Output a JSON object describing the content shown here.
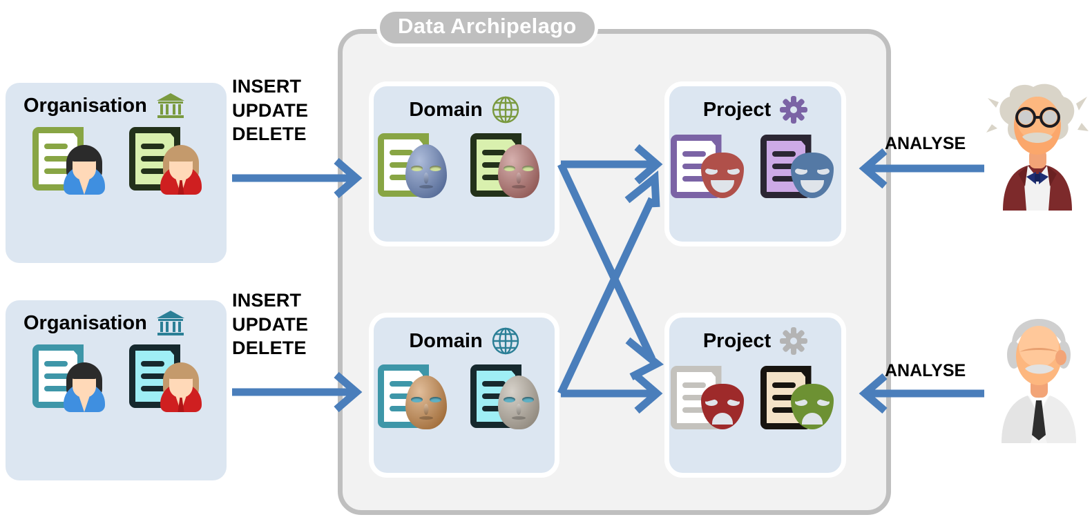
{
  "diagram": {
    "title": "Data Archipelago",
    "container_label": "Data Archipelago",
    "accent_arrow_color": "#4a7ebb",
    "container_bg": "#f2f2f2",
    "container_border": "#bfbfbf",
    "entity_box_bg": "#dce6f1"
  },
  "organisations": [
    {
      "label": "Organisation",
      "icon": "bank-icon",
      "icon_color": "#7a9a3f",
      "accent": "#88a544",
      "records": [
        {
          "doc_style": "outline",
          "doc_border": "#88a544",
          "doc_fill": "#ffffff",
          "person": "woman",
          "person_color": "#3f8fe0"
        },
        {
          "doc_style": "filled",
          "doc_border": "#23311a",
          "doc_fill": "#d9f0ae",
          "person": "man",
          "person_color": "#cf1f20"
        }
      ]
    },
    {
      "label": "Organisation",
      "icon": "bank-icon",
      "icon_color": "#2b7f96",
      "accent": "#3e96a8",
      "records": [
        {
          "doc_style": "outline",
          "doc_border": "#3e96a8",
          "doc_fill": "#ffffff",
          "person": "woman",
          "person_color": "#3f8fe0"
        },
        {
          "doc_style": "filled",
          "doc_border": "#16292e",
          "doc_fill": "#9feef5",
          "person": "man",
          "person_color": "#cf1f20"
        }
      ]
    }
  ],
  "domains": [
    {
      "label": "Domain",
      "icon": "globe-icon",
      "icon_color": "#7a9a3f",
      "records": [
        {
          "doc_border": "#88a544",
          "doc_fill": "#ffffff",
          "mask": "anonymised-face",
          "mask_color": "#6b86bd",
          "mask_eye": "#cfe09a"
        },
        {
          "doc_border": "#23311a",
          "doc_fill": "#d9f0ae",
          "mask": "anonymised-face",
          "mask_color": "#b5706c",
          "mask_eye": "#cfe09a"
        }
      ]
    },
    {
      "label": "Domain",
      "icon": "globe-icon",
      "icon_color": "#2b7f96",
      "records": [
        {
          "doc_border": "#3e96a8",
          "doc_fill": "#ffffff",
          "mask": "anonymised-face",
          "mask_color": "#c98848",
          "mask_eye": "#5fb0c4"
        },
        {
          "doc_border": "#16292e",
          "doc_fill": "#9feef5",
          "mask": "anonymised-face",
          "mask_color": "#b5ac9e",
          "mask_eye": "#5fb0c4"
        }
      ]
    }
  ],
  "projects": [
    {
      "label": "Project",
      "icon": "gear-icon",
      "icon_color": "#7b63a5",
      "records": [
        {
          "doc_border": "#7b63a5",
          "doc_fill": "#ffffff",
          "mask": "comedy-mask",
          "mask_color": "#b0504a"
        },
        {
          "doc_border": "#2b2633",
          "doc_fill": "#cdaae6",
          "mask": "comedy-mask",
          "mask_color": "#5479a5"
        }
      ]
    },
    {
      "label": "Project",
      "icon": "gear-icon",
      "icon_color": "#b4b4b4",
      "records": [
        {
          "doc_border": "#c4c2bd",
          "doc_fill": "#ffffff",
          "mask": "tragedy-mask",
          "mask_color": "#9e2a2a"
        },
        {
          "doc_border": "#17140f",
          "doc_fill": "#f3e2c7",
          "mask": "tragedy-mask",
          "mask_color": "#6d9133"
        }
      ]
    }
  ],
  "operations": [
    {
      "text": "INSERT\nUPDATE\nDELETE"
    },
    {
      "text": "INSERT\nUPDATE\nDELETE"
    }
  ],
  "analyse": [
    {
      "label": "ANALYSE",
      "actor": "scientist-einstein"
    },
    {
      "label": "ANALYSE",
      "actor": "scientist-doctor"
    }
  ],
  "flows": [
    {
      "from": "organisation-1",
      "to": "domain-1",
      "kind": "write"
    },
    {
      "from": "organisation-2",
      "to": "domain-2",
      "kind": "write"
    },
    {
      "from": "domain-1",
      "to": "project-1",
      "kind": "feed"
    },
    {
      "from": "domain-1",
      "to": "project-2",
      "kind": "feed"
    },
    {
      "from": "domain-2",
      "to": "project-1",
      "kind": "feed"
    },
    {
      "from": "domain-2",
      "to": "project-2",
      "kind": "feed"
    },
    {
      "from": "scientist-1",
      "to": "project-1",
      "kind": "analyse"
    },
    {
      "from": "scientist-2",
      "to": "project-2",
      "kind": "analyse"
    }
  ]
}
